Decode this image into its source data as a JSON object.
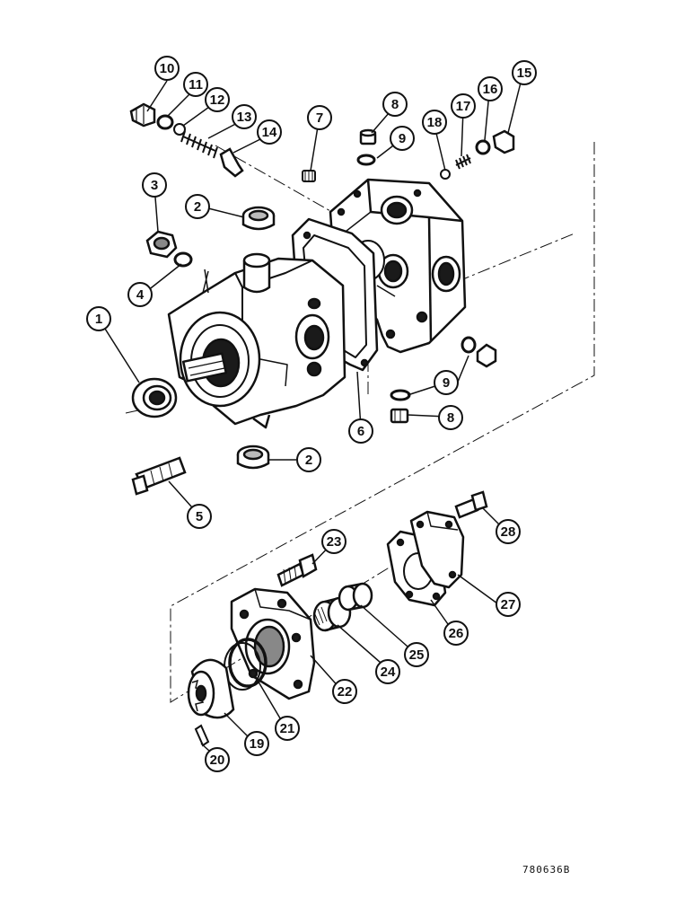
{
  "figure_code": "780636B",
  "colors": {
    "ink": "#111111",
    "paper": "#ffffff",
    "shade": "#9a9a9a"
  },
  "callouts": [
    "1",
    "2",
    "2",
    "3",
    "4",
    "5",
    "6",
    "7",
    "8",
    "8",
    "9",
    "9",
    "10",
    "11",
    "12",
    "13",
    "14",
    "15",
    "16",
    "17",
    "18",
    "19",
    "20",
    "21",
    "22",
    "23",
    "24",
    "25",
    "26",
    "27",
    "28"
  ]
}
